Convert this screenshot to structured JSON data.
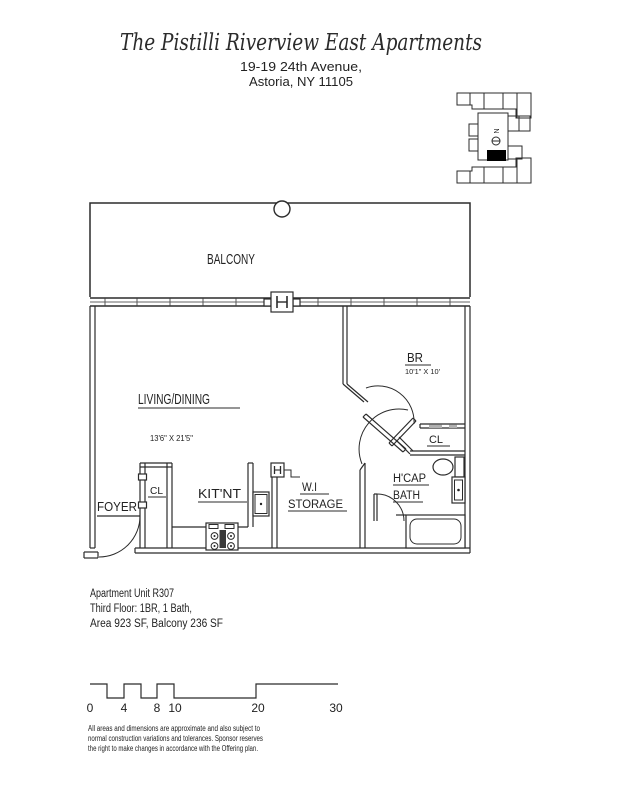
{
  "header": {
    "title": "The Pistilli Riverview East Apartments",
    "address_line1": "19-19 24th Avenue,",
    "address_line2": "Astoria, NY 11105"
  },
  "key_plan": {
    "north_label": "N"
  },
  "floor_plan": {
    "rooms": {
      "balcony": "BALCONY",
      "living_dining": "LIVING/DINING",
      "living_dining_dim": "13'6\" X 21'5\"",
      "bedroom": "BR",
      "bedroom_dim": "10'1\" X 10'",
      "bedroom_closet": "CL",
      "bath_line1": "H'CAP",
      "bath_line2": "BATH",
      "storage_line1": "W.I",
      "storage_line2": "STORAGE",
      "kitchenette": "KIT'NT",
      "foyer_closet": "CL",
      "foyer": "FOYER"
    }
  },
  "unit_info": {
    "line1": "Apartment Unit R307",
    "line2": "Third Floor: 1BR, 1 Bath,",
    "line3": "Area 923 SF, Balcony 236 SF"
  },
  "scale_bar": {
    "labels": [
      "0",
      "4",
      "8",
      "10",
      "20",
      "30"
    ]
  },
  "disclaimer": {
    "line1": "All areas and dimensions are approximate and also subject to",
    "line2": "normal construction variations and tolerances. Sponsor reserves",
    "line3": "the right to make changes in accordance with the Offering plan."
  },
  "colors": {
    "line": "#2b2b2b",
    "unit_marker": "#000000",
    "wall_tick": "#b0b0b0"
  }
}
